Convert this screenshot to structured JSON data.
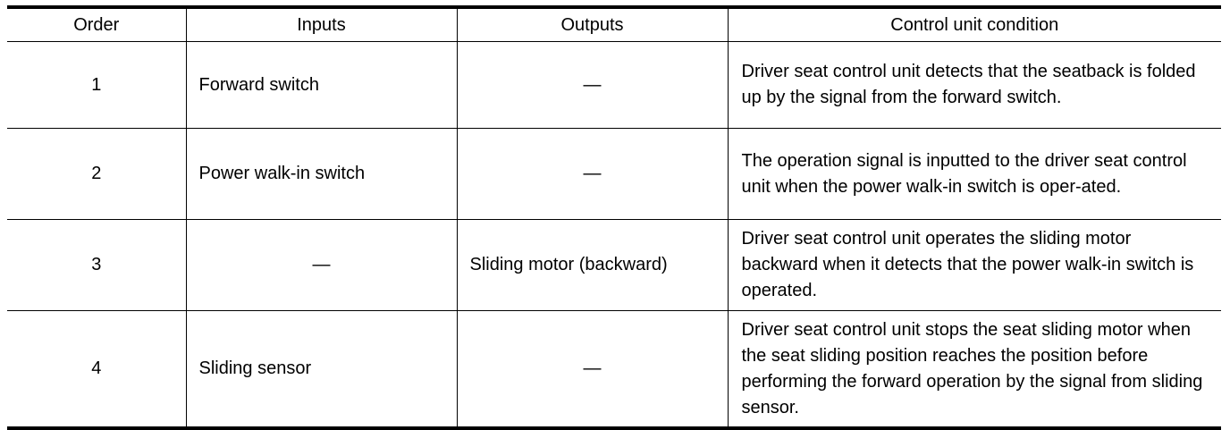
{
  "table": {
    "headers": {
      "order": "Order",
      "inputs": "Inputs",
      "outputs": "Outputs",
      "condition": "Control unit condition"
    },
    "rows": [
      {
        "order": "1",
        "inputs": "Forward switch",
        "outputs": "—",
        "condition": "Driver seat control unit detects that the seatback is folded up by the signal from the forward switch."
      },
      {
        "order": "2",
        "inputs": "Power walk-in switch",
        "outputs": "—",
        "condition": "The operation signal is inputted to the driver seat control unit when the power walk-in switch is oper-ated."
      },
      {
        "order": "3",
        "inputs": "—",
        "outputs": "Sliding motor (backward)",
        "condition": "Driver seat control unit operates the sliding motor backward when it detects that the power walk-in switch is operated."
      },
      {
        "order": "4",
        "inputs": "Sliding sensor",
        "outputs": "—",
        "condition": "Driver seat control unit stops the seat sliding motor when the seat sliding position reaches the position before performing the forward operation by the signal from sliding sensor."
      }
    ]
  }
}
